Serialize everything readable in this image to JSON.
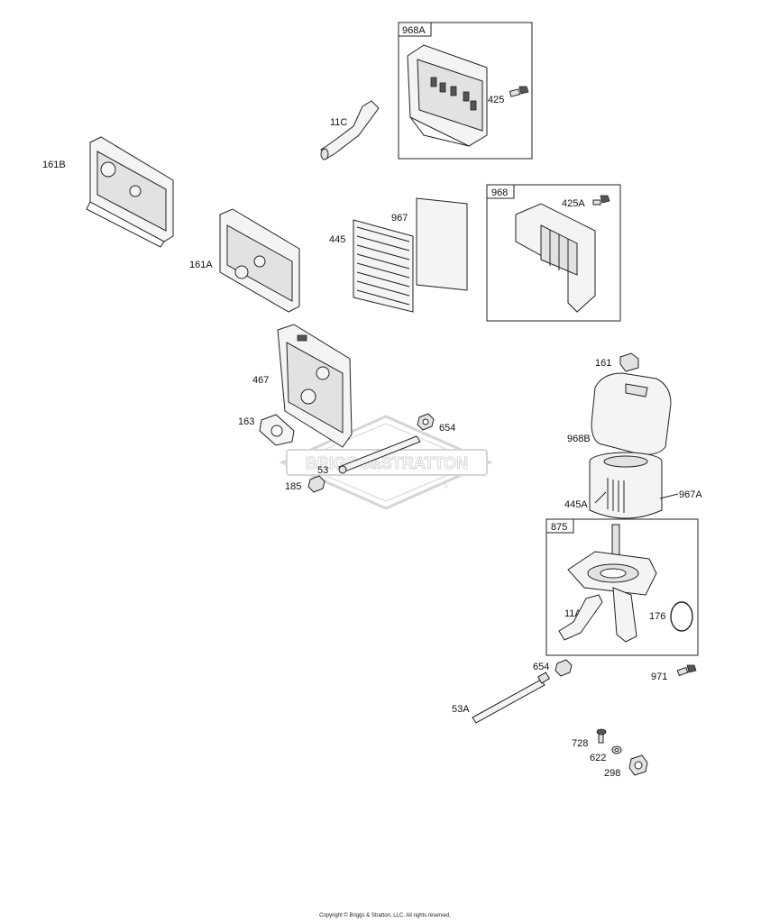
{
  "diagram": {
    "watermark": {
      "brand": "BRIGGS&STRATTON",
      "registered": "®"
    },
    "callouts": [
      {
        "id": "968A",
        "boxed": true
      },
      {
        "id": "425",
        "boxed": false
      },
      {
        "id": "11C",
        "boxed": false
      },
      {
        "id": "161B",
        "boxed": false
      },
      {
        "id": "968",
        "boxed": true
      },
      {
        "id": "425A",
        "boxed": false
      },
      {
        "id": "967",
        "boxed": false
      },
      {
        "id": "445",
        "boxed": false
      },
      {
        "id": "161A",
        "boxed": false
      },
      {
        "id": "467",
        "boxed": false
      },
      {
        "id": "161",
        "boxed": false
      },
      {
        "id": "163",
        "boxed": false
      },
      {
        "id": "654",
        "boxed": false
      },
      {
        "id": "968B",
        "boxed": false
      },
      {
        "id": "53",
        "boxed": false
      },
      {
        "id": "185",
        "boxed": false
      },
      {
        "id": "445A",
        "boxed": false
      },
      {
        "id": "967A",
        "boxed": false
      },
      {
        "id": "875",
        "boxed": true
      },
      {
        "id": "11A",
        "boxed": false
      },
      {
        "id": "176",
        "boxed": false
      },
      {
        "id": "654",
        "boxed": false
      },
      {
        "id": "971",
        "boxed": false
      },
      {
        "id": "53A",
        "boxed": false
      },
      {
        "id": "728",
        "boxed": false
      },
      {
        "id": "622",
        "boxed": false
      },
      {
        "id": "298",
        "boxed": false
      }
    ]
  },
  "footer": {
    "copyright": "Copyright © Briggs & Stratton, LLC. All rights reserved."
  }
}
